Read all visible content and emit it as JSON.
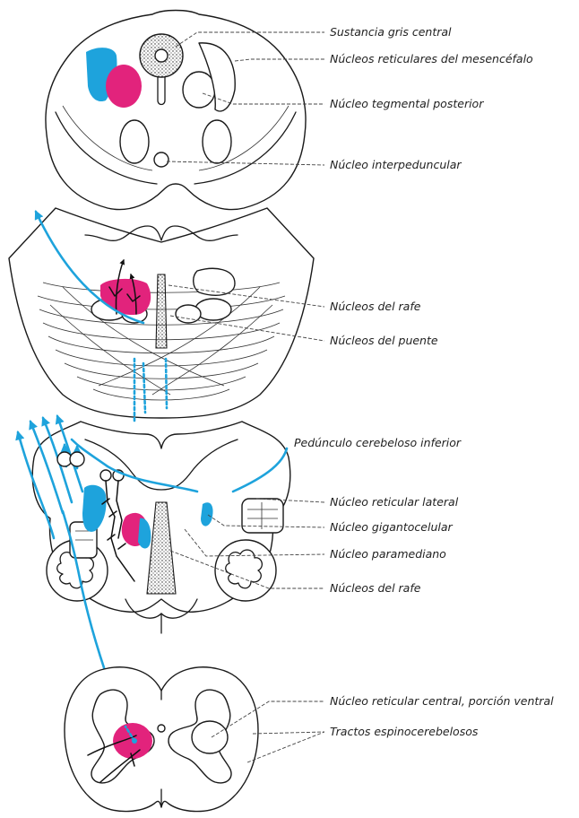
{
  "colors": {
    "blue": "#1ea3dc",
    "magenta": "#e2237c",
    "outline": "#1a1a1a"
  },
  "labels": {
    "sustancia_gris_central": "Sustancia gris central",
    "nucleos_reticulares_mesencefalo": "Núcleos reticulares del mesencéfalo",
    "nucleo_tegmental_posterior": "Núcleo tegmental posterior",
    "nucleo_interpeduncular": "Núcleo interpeduncular",
    "nucleos_rafe_puente": "Núcleos del rafe",
    "nucleos_puente": "Núcleos del puente",
    "pedunculo_cerebeloso_inferior": "Pedúnculo cerebeloso inferior",
    "nucleo_reticular_lateral": "Núcleo reticular lateral",
    "nucleo_gigantocelular": "Núcleo gigantocelular",
    "nucleo_paramediano": "Núcleo paramediano",
    "nucleos_rafe_bulbo": "Núcleos del rafe",
    "nucleo_reticular_central": "Núcleo reticular central, porción ventral",
    "tractos_espinocerebelosos": "Tractos espinocerebelosos"
  }
}
